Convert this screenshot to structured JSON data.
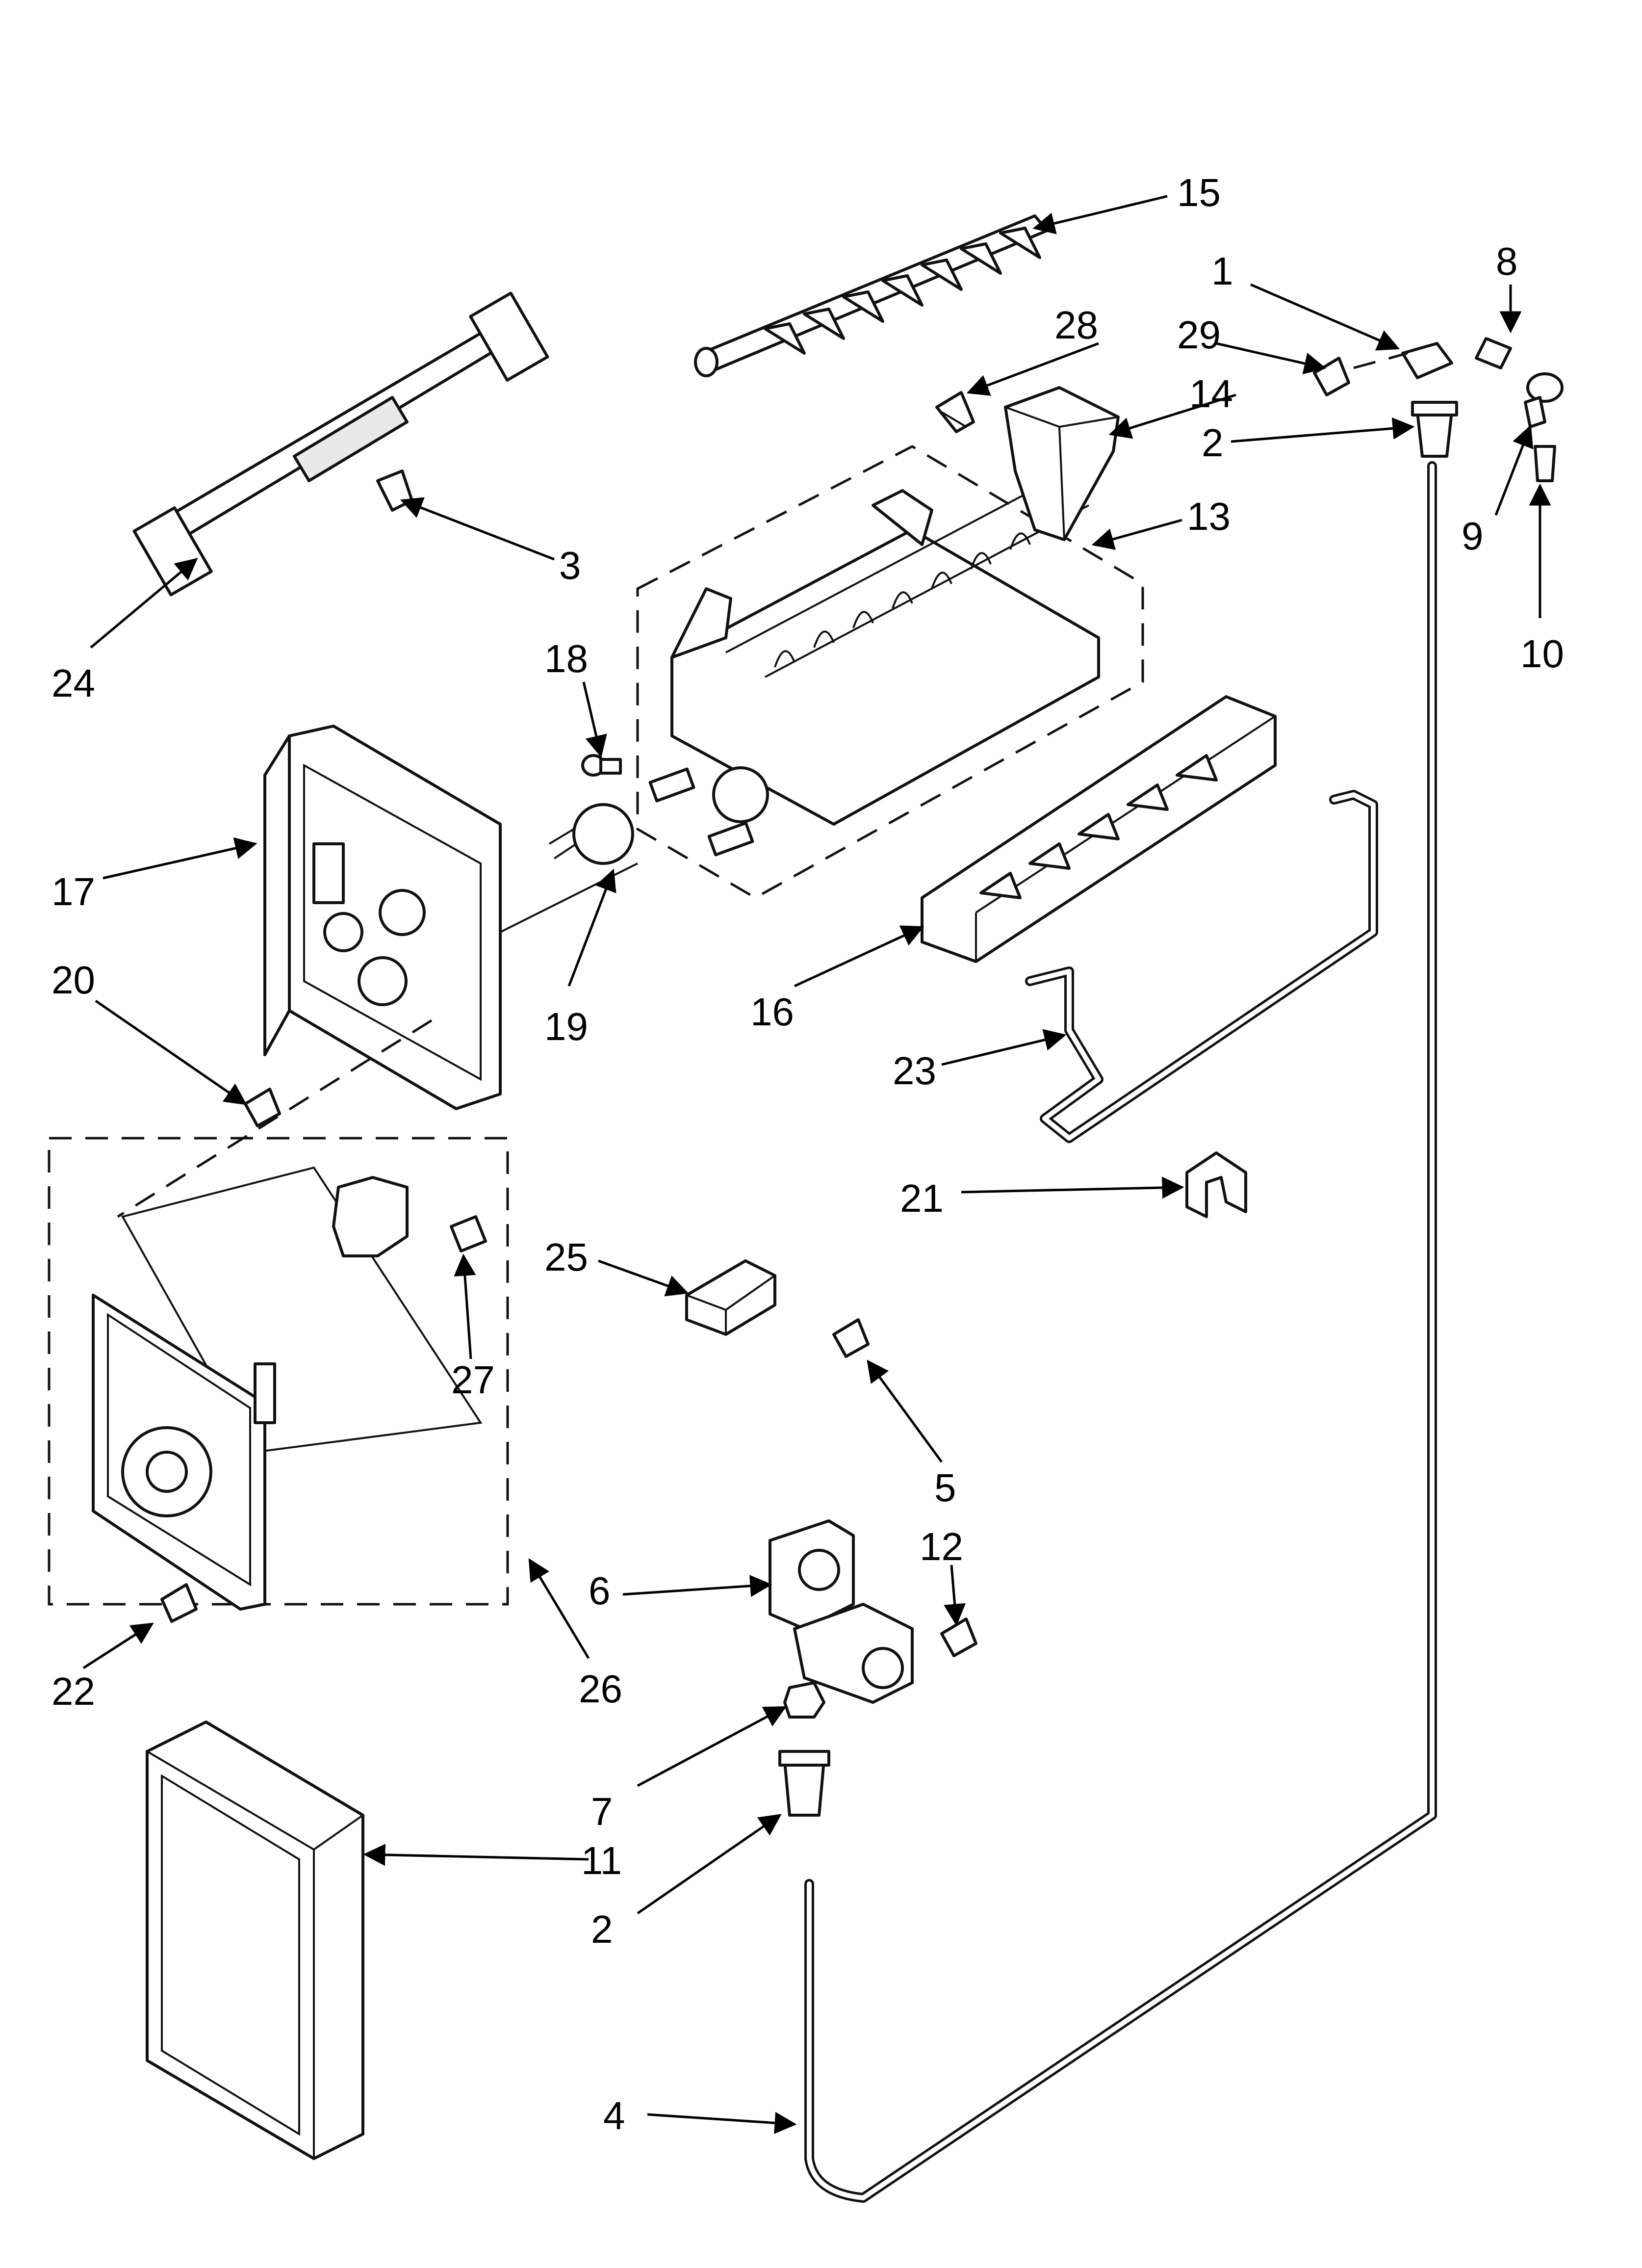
{
  "callouts": [
    {
      "id": "c1",
      "label": "1"
    },
    {
      "id": "c2a",
      "label": "2"
    },
    {
      "id": "c2b",
      "label": "2"
    },
    {
      "id": "c3",
      "label": "3"
    },
    {
      "id": "c4",
      "label": "4"
    },
    {
      "id": "c5",
      "label": "5"
    },
    {
      "id": "c6",
      "label": "6"
    },
    {
      "id": "c7",
      "label": "7"
    },
    {
      "id": "c8",
      "label": "8"
    },
    {
      "id": "c9",
      "label": "9"
    },
    {
      "id": "c10",
      "label": "10"
    },
    {
      "id": "c11",
      "label": "11"
    },
    {
      "id": "c12",
      "label": "12"
    },
    {
      "id": "c13",
      "label": "13"
    },
    {
      "id": "c14",
      "label": "14"
    },
    {
      "id": "c15",
      "label": "15"
    },
    {
      "id": "c16",
      "label": "16"
    },
    {
      "id": "c17",
      "label": "17"
    },
    {
      "id": "c18",
      "label": "18"
    },
    {
      "id": "c19",
      "label": "19"
    },
    {
      "id": "c20",
      "label": "20"
    },
    {
      "id": "c21",
      "label": "21"
    },
    {
      "id": "c22",
      "label": "22"
    },
    {
      "id": "c23",
      "label": "23"
    },
    {
      "id": "c24",
      "label": "24"
    },
    {
      "id": "c25",
      "label": "25"
    },
    {
      "id": "c26",
      "label": "26"
    },
    {
      "id": "c27",
      "label": "27"
    },
    {
      "id": "c28",
      "label": "28"
    },
    {
      "id": "c29",
      "label": "29"
    }
  ]
}
